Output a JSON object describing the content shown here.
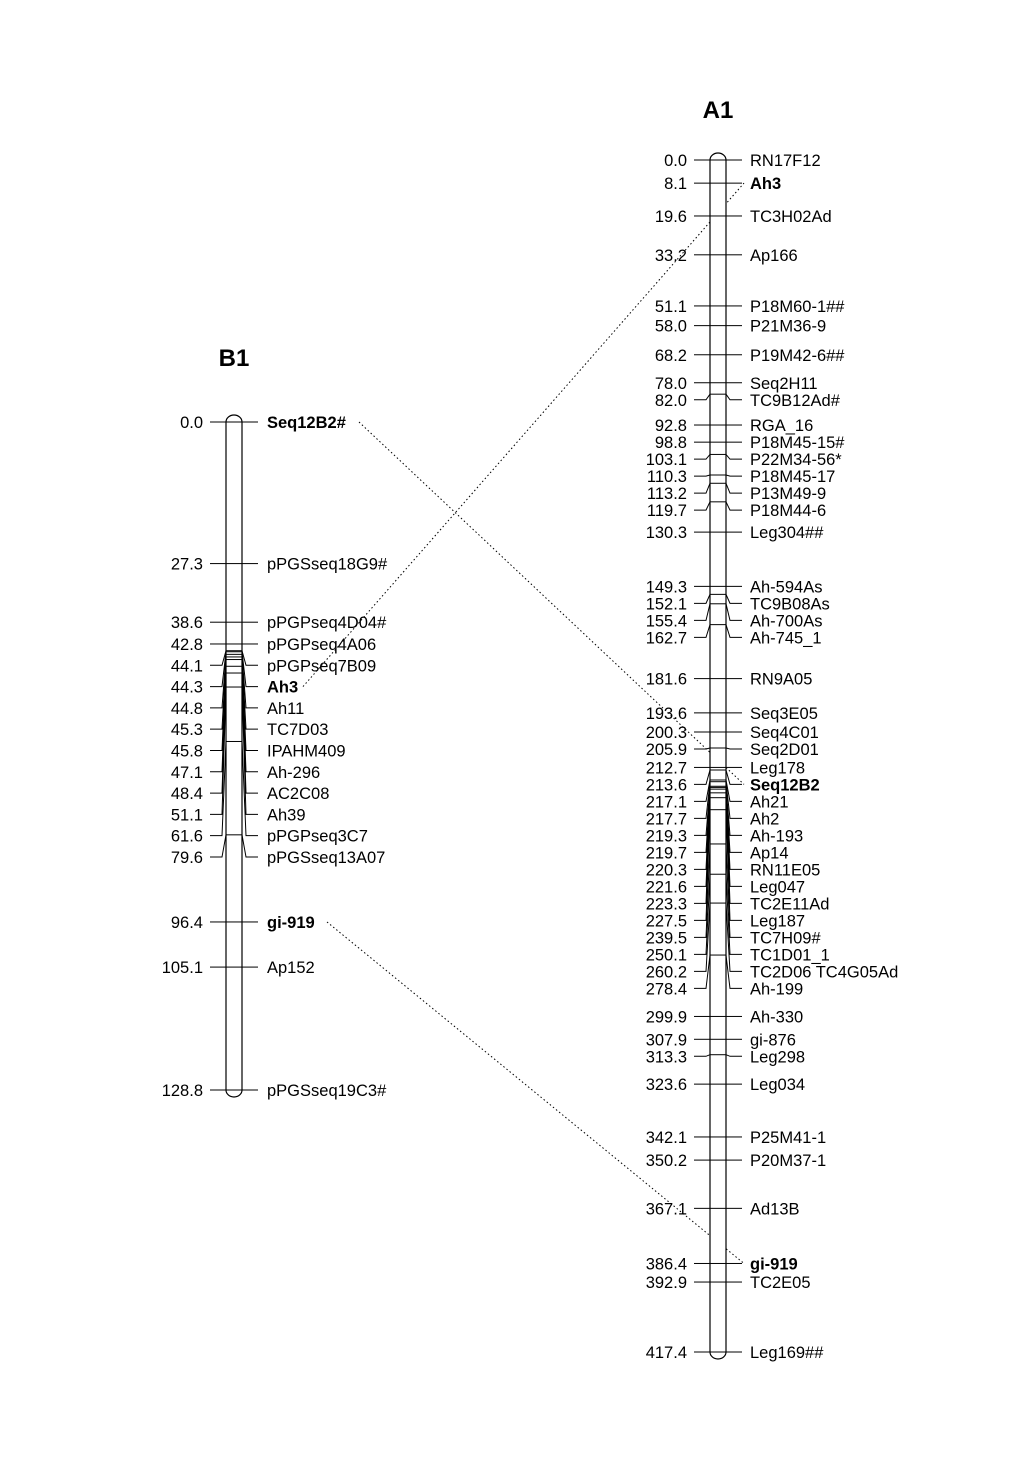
{
  "maps": [
    {
      "id": "B1",
      "title": "B1",
      "start": 0.0,
      "end": 128.8,
      "markers": [
        {
          "pos": "0.0",
          "name": "Seq12B2#",
          "bold": true
        },
        {
          "pos": "27.3",
          "name": "pPGSseq18G9#"
        },
        {
          "pos": "38.6",
          "name": "pPGPseq4D04#"
        },
        {
          "pos": "42.8",
          "name": "pPGPseq4A06"
        },
        {
          "pos": "44.1",
          "name": "pPGPseq7B09"
        },
        {
          "pos": "44.3",
          "name": "Ah3",
          "bold": true
        },
        {
          "pos": "44.8",
          "name": "Ah11"
        },
        {
          "pos": "45.3",
          "name": "TC7D03"
        },
        {
          "pos": "45.8",
          "name": "IPAHM409"
        },
        {
          "pos": "47.1",
          "name": "Ah-296"
        },
        {
          "pos": "48.4",
          "name": "AC2C08"
        },
        {
          "pos": "51.1",
          "name": "Ah39"
        },
        {
          "pos": "61.6",
          "name": "pPGPseq3C7"
        },
        {
          "pos": "79.6",
          "name": "pPGSseq13A07"
        },
        {
          "pos": "96.4",
          "name": "gi-919",
          "bold": true
        },
        {
          "pos": "105.1",
          "name": "Ap152"
        },
        {
          "pos": "128.8",
          "name": "pPGSseq19C3#"
        }
      ]
    },
    {
      "id": "A1",
      "title": "A1",
      "start": 0.0,
      "end": 417.4,
      "markers": [
        {
          "pos": "0.0",
          "name": "RN17F12"
        },
        {
          "pos": "8.1",
          "name": "Ah3",
          "bold": true
        },
        {
          "pos": "19.6",
          "name": "TC3H02Ad"
        },
        {
          "pos": "33.2",
          "name": "Ap166"
        },
        {
          "pos": "51.1",
          "name": "P18M60-1##"
        },
        {
          "pos": "58.0",
          "name": "P21M36-9"
        },
        {
          "pos": "68.2",
          "name": "P19M42-6##"
        },
        {
          "pos": "78.0",
          "name": "Seq2H11"
        },
        {
          "pos": "82.0",
          "name": "TC9B12Ad#"
        },
        {
          "pos": "92.8",
          "name": "RGA_16"
        },
        {
          "pos": "98.8",
          "name": "P18M45-15#"
        },
        {
          "pos": "103.1",
          "name": "P22M34-56*"
        },
        {
          "pos": "110.3",
          "name": "P18M45-17"
        },
        {
          "pos": "113.2",
          "name": "P13M49-9"
        },
        {
          "pos": "119.7",
          "name": "P18M44-6"
        },
        {
          "pos": "130.3",
          "name": "Leg304##"
        },
        {
          "pos": "149.3",
          "name": "Ah-594As"
        },
        {
          "pos": "152.1",
          "name": "TC9B08As"
        },
        {
          "pos": "155.4",
          "name": "Ah-700As"
        },
        {
          "pos": "162.7",
          "name": "Ah-745_1"
        },
        {
          "pos": "181.6",
          "name": "RN9A05"
        },
        {
          "pos": "193.6",
          "name": "Seq3E05"
        },
        {
          "pos": "200.3",
          "name": "Seq4C01"
        },
        {
          "pos": "205.9",
          "name": "Seq2D01"
        },
        {
          "pos": "212.7",
          "name": "Leg178"
        },
        {
          "pos": "213.6",
          "name": "Seq12B2",
          "bold": true
        },
        {
          "pos": "217.1",
          "name": "Ah21"
        },
        {
          "pos": "217.7",
          "name": "Ah2"
        },
        {
          "pos": "219.3",
          "name": "Ah-193"
        },
        {
          "pos": "219.7",
          "name": "Ap14"
        },
        {
          "pos": "220.3",
          "name": "RN11E05"
        },
        {
          "pos": "221.6",
          "name": "Leg047"
        },
        {
          "pos": "223.3",
          "name": "TC2E11Ad"
        },
        {
          "pos": "227.5",
          "name": "Leg187"
        },
        {
          "pos": "239.5",
          "name": "TC7H09#"
        },
        {
          "pos": "250.1",
          "name": "TC1D01_1"
        },
        {
          "pos": "260.2",
          "name": "TC2D06 TC4G05Ad"
        },
        {
          "pos": "278.4",
          "name": "Ah-199"
        },
        {
          "pos": "299.9",
          "name": "Ah-330"
        },
        {
          "pos": "307.9",
          "name": "gi-876"
        },
        {
          "pos": "313.3",
          "name": "Leg298"
        },
        {
          "pos": "323.6",
          "name": "Leg034"
        },
        {
          "pos": "342.1",
          "name": "P25M41-1"
        },
        {
          "pos": "350.2",
          "name": "P20M37-1"
        },
        {
          "pos": "367.1",
          "name": "Ad13B"
        },
        {
          "pos": "386.4",
          "name": "gi-919",
          "bold": true
        },
        {
          "pos": "392.9",
          "name": "TC2E05"
        },
        {
          "pos": "417.4",
          "name": "Leg169##"
        }
      ]
    }
  ],
  "links": [
    {
      "marker": "Seq12B2",
      "from": "B1",
      "to": "A1"
    },
    {
      "marker": "Ah3",
      "from": "B1",
      "to": "A1"
    },
    {
      "marker": "gi-919",
      "from": "B1",
      "to": "A1"
    }
  ]
}
